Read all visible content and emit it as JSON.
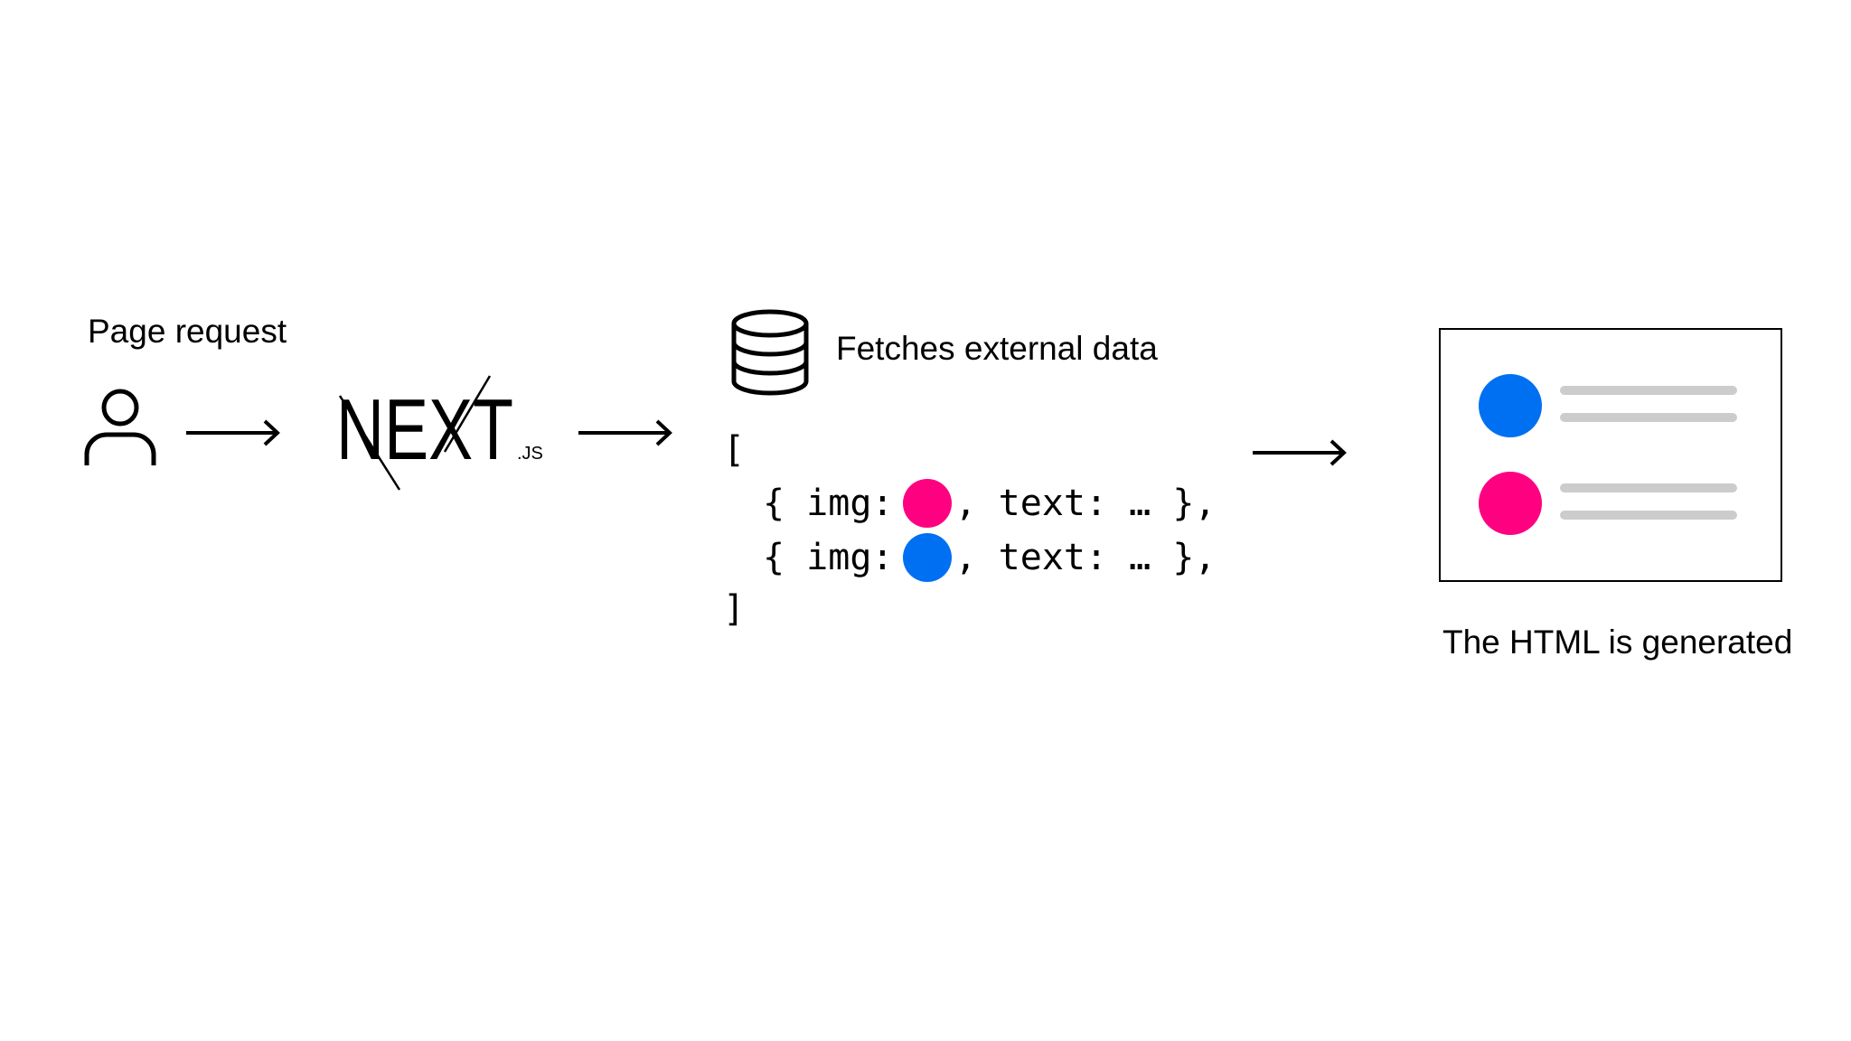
{
  "colors": {
    "pink": "#FF0080",
    "blue": "#0070F3",
    "line_gray": "#CCCCCC",
    "stroke": "#000000"
  },
  "labels": {
    "page_request": "Page request",
    "fetches_external_data": "Fetches external data",
    "html_generated": "The HTML is generated"
  },
  "logo": {
    "text": "NEXT",
    "suffix": ".JS"
  },
  "code": {
    "open_bracket": "[",
    "close_bracket": "]",
    "rows": [
      {
        "prefix": "{ img:",
        "dot_color": "pink",
        "suffix": ", text: … },"
      },
      {
        "prefix": "{ img:",
        "dot_color": "blue",
        "suffix": ", text: … },"
      }
    ]
  },
  "output": {
    "rows": [
      {
        "dot_color": "blue"
      },
      {
        "dot_color": "pink"
      }
    ]
  },
  "icons": {
    "user": "user-icon",
    "database": "database-icon",
    "arrow": "arrow-right-icon"
  }
}
